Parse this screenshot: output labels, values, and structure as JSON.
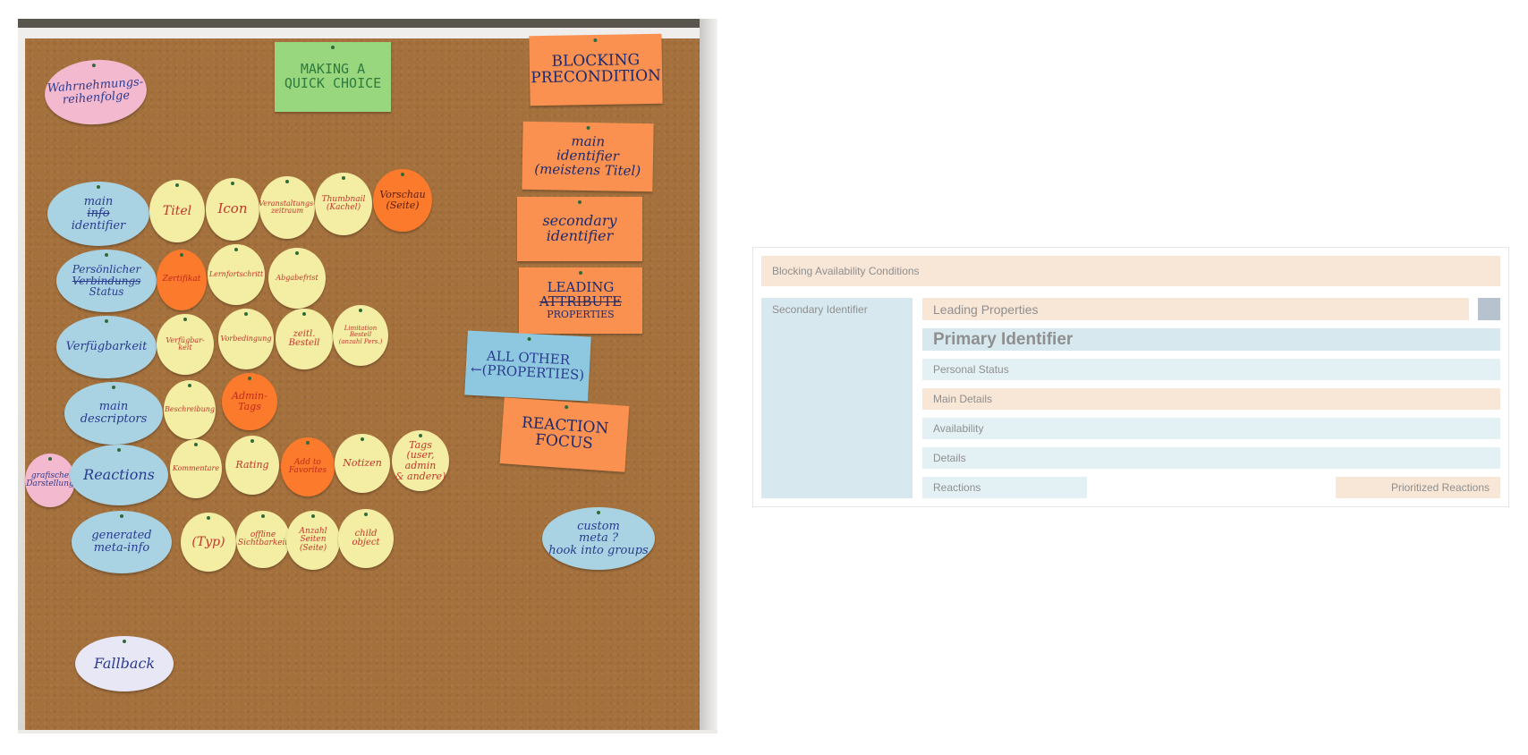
{
  "photo": {
    "notes": [
      {
        "id": "wahrnehmung",
        "text": "Wahrnehmungs-\nreihenfolge"
      },
      {
        "id": "making-quick-choice",
        "text": "MAKING A\nQUICK CHOICE"
      },
      {
        "id": "blocking-precondition",
        "text": "BLOCKING\nPRECONDITION"
      },
      {
        "id": "main-identifier",
        "text": "main\nidentifier\n(meistens Titel)"
      },
      {
        "id": "secondary-identifier",
        "text": "secondary\nidentifier"
      },
      {
        "id": "leading-properties",
        "line1": "LEADING",
        "line2": "ATTRIBUTE",
        "line3": "PROPERTIES"
      },
      {
        "id": "all-other-properties",
        "text": "ALL OTHER\n←(PROPERTIES)"
      },
      {
        "id": "reaction-focus",
        "text": "REACTION\nFOCUS"
      },
      {
        "id": "custom-meta",
        "text": "custom\nmeta ?\nhook into groups"
      },
      {
        "id": "main-info-identifier",
        "line1": "main",
        "line2": "info",
        "line3": "identifier"
      },
      {
        "id": "titel",
        "text": "Titel"
      },
      {
        "id": "icon",
        "text": "Icon"
      },
      {
        "id": "veranstaltungszeitraum",
        "text": "Veranstaltungs-\nzeitraum"
      },
      {
        "id": "thumbnail",
        "text": "Thumbnail\n(Kachel)"
      },
      {
        "id": "vorschau",
        "text": "Vorschau\n(Seite)"
      },
      {
        "id": "persoenlicher-status",
        "line1": "Persönlicher",
        "line2": "Verbindungs",
        "line3": "Status"
      },
      {
        "id": "zertifikat",
        "text": "Zertifikat"
      },
      {
        "id": "lernfortschritt",
        "text": "Lernfortschritt"
      },
      {
        "id": "abgabefrist",
        "text": "Abgabefrist"
      },
      {
        "id": "verfuegbarkeit",
        "text": "Verfügbarkeit"
      },
      {
        "id": "verfuegbarkeit-sub",
        "text": "Verfügbar-\nkeit"
      },
      {
        "id": "vorbedingung",
        "text": "Vorbedingung"
      },
      {
        "id": "zeitl-bestell",
        "text": "zeitl.\nBestell"
      },
      {
        "id": "limitation-bestell",
        "text": "Limitation\nBestell\n(anzahl Pers.)"
      },
      {
        "id": "main-descriptors",
        "text": "main\ndescriptors"
      },
      {
        "id": "beschreibung",
        "text": "Beschreibung"
      },
      {
        "id": "admin-tags",
        "text": "Admin-\nTags"
      },
      {
        "id": "grafische-darstellung",
        "text": "grafische\nDarstellung"
      },
      {
        "id": "reactions",
        "text": "Reactions"
      },
      {
        "id": "kommentare",
        "text": "Kommentare"
      },
      {
        "id": "rating",
        "text": "Rating"
      },
      {
        "id": "add-to-favorites",
        "text": "Add to\nFavorites"
      },
      {
        "id": "notizen",
        "text": "Notizen"
      },
      {
        "id": "tags",
        "text": "Tags\n(user, admin\n& andere)"
      },
      {
        "id": "generated-meta-info",
        "text": "generated\nmeta-info"
      },
      {
        "id": "typ",
        "text": "(Typ)"
      },
      {
        "id": "offline",
        "text": "offline\nSichtbarkeit"
      },
      {
        "id": "anzahl-seiten",
        "text": "Anzahl\nSeiten\n(Seite)"
      },
      {
        "id": "child-object",
        "text": "child\nobject"
      },
      {
        "id": "fallback",
        "text": "Fallback"
      }
    ]
  },
  "wireframe": {
    "blocking": "Blocking Availability Conditions",
    "secondary": "Secondary Identifier",
    "leading": "Leading Properties",
    "primary": "Primary Identifier",
    "personal": "Personal Status",
    "main_details": "Main Details",
    "availability": "Availability",
    "details": "Details",
    "reactions": "Reactions",
    "prioritized": "Prioritized Reactions"
  }
}
